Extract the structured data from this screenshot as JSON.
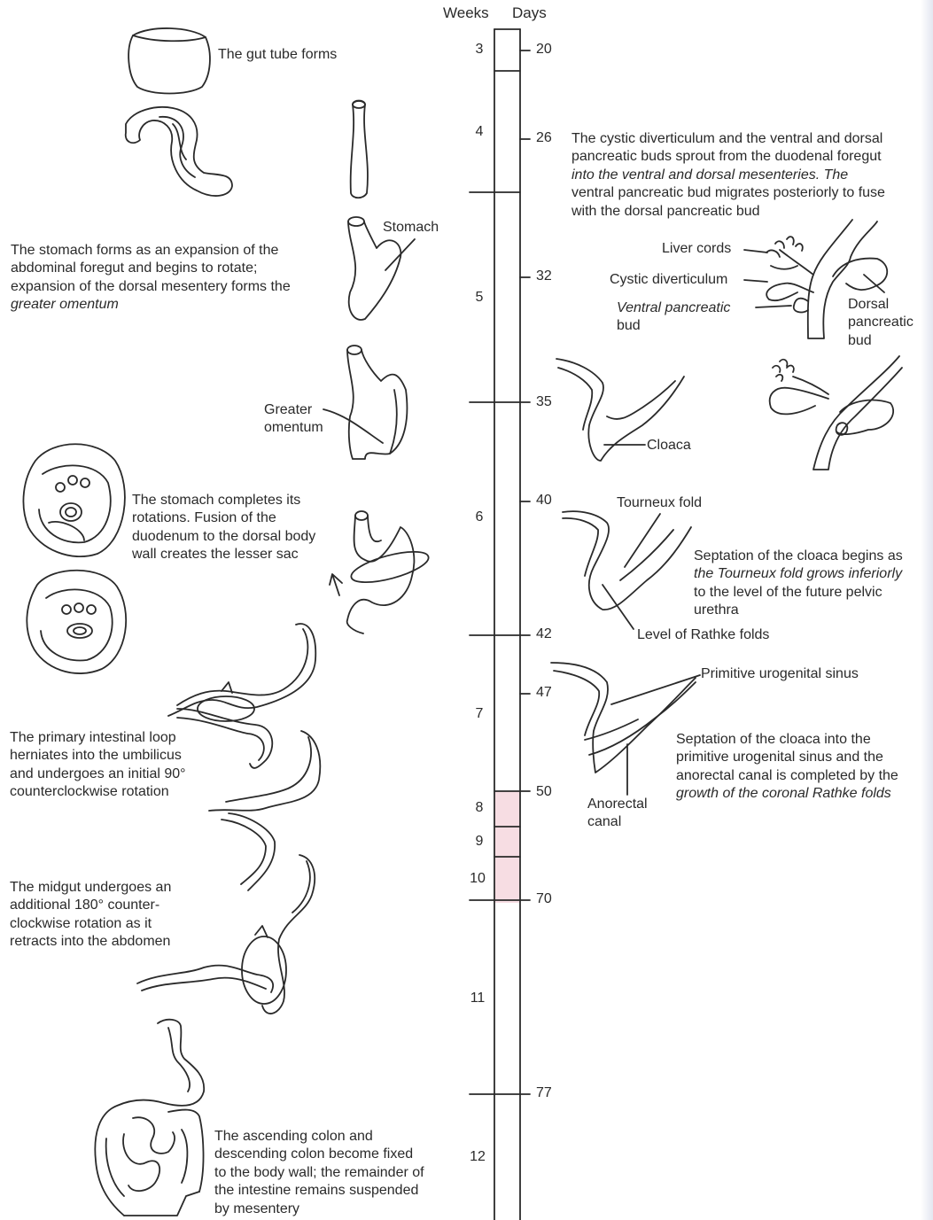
{
  "headers": {
    "weeks": "Weeks",
    "days": "Days"
  },
  "weeks": [
    "3",
    "4",
    "5",
    "6",
    "7",
    "8",
    "9",
    "10",
    "11",
    "12"
  ],
  "days": [
    "20",
    "26",
    "32",
    "35",
    "40",
    "42",
    "47",
    "50",
    "70",
    "77"
  ],
  "left": {
    "gut_tube": "The gut tube forms",
    "stomach_label": "Stomach",
    "stomach_forms": [
      "The stomach forms as an expansion of the",
      "abdominal foregut and begins to rotate;",
      "expansion of the dorsal mesentery forms the",
      "greater omentum"
    ],
    "greater_omentum": [
      "Greater",
      "omentum"
    ],
    "stomach_completes": [
      "The stomach completes its",
      "rotations. Fusion of the",
      "duodenum to the dorsal body",
      "wall creates the lesser sac"
    ],
    "primary_loop": [
      "The primary intestinal loop",
      "herniates into the umbilicus",
      "and undergoes an initial 90°",
      "counterclockwise rotation"
    ],
    "midgut": [
      "The midgut undergoes an",
      "additional 180° counter-",
      "clockwise rotation as it",
      "retracts into the abdomen"
    ],
    "colon": [
      "The ascending colon and",
      "descending colon become fixed",
      "to the body wall; the remainder of",
      "the intestine remains suspended",
      "by mesentery"
    ]
  },
  "right": {
    "cystic": [
      "The cystic diverticulum and the ventral and dorsal",
      "pancreatic buds sprout from the duodenal foregut",
      "into the ventral and dorsal mesenteries. The",
      "ventral pancreatic bud migrates posteriorly to fuse",
      "with the dorsal pancreatic bud"
    ],
    "liver_cords": "Liver cords",
    "cystic_div": "Cystic diverticulum",
    "ventral_bud": [
      "Ventral pancreatic",
      "bud"
    ],
    "dorsal_bud": [
      "Dorsal",
      "pancreatic",
      "bud"
    ],
    "cloaca": "Cloaca",
    "tourneux": "Tourneux fold",
    "septation_begins": [
      "Septation of the cloaca begins as",
      "the Tourneux fold grows inferiorly",
      "to the level of the future pelvic",
      "urethra"
    ],
    "rathke": "Level of Rathke folds",
    "urogenital": "Primitive urogenital sinus",
    "septation_done": [
      "Septation of the cloaca into the",
      "primitive urogenital sinus and the",
      "anorectal canal is completed by the",
      "growth of the coronal Rathke folds"
    ],
    "anorectal": [
      "Anorectal",
      "canal"
    ]
  },
  "colors": {
    "line": "#2a2a2a",
    "pink_band": "#f7dde3",
    "text": "#2a2a2a"
  }
}
